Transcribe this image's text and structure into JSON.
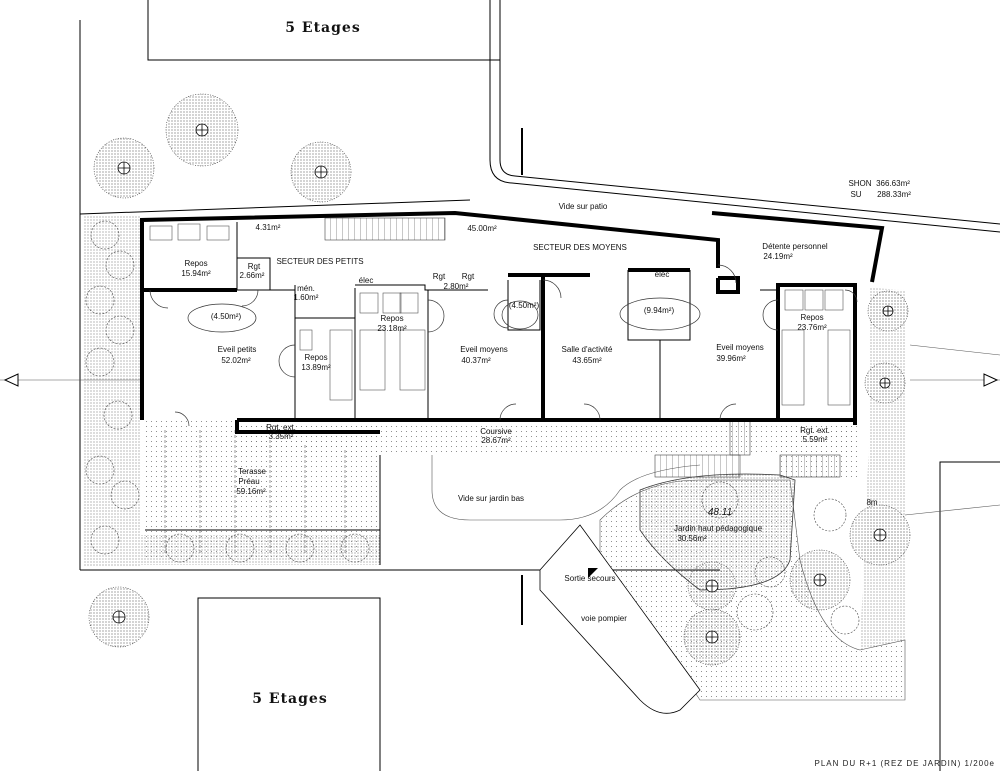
{
  "buildings": {
    "top": "5 Etages",
    "bottom": "5 Etages"
  },
  "summary": {
    "shon_label": "SHON",
    "shon_value": "366.63m²",
    "su_label": "SU",
    "su_value": "288.33m²"
  },
  "sectors": {
    "petits": "SECTEUR DES PETITS",
    "moyens": "SECTEUR DES MOYENS"
  },
  "rooms": {
    "vide_patio": "Vide sur patio",
    "hall_area": "45.00m²",
    "repos1": {
      "name": "Repos",
      "area": "15.94m²"
    },
    "wc1": {
      "area": "4.31m²"
    },
    "rgt1": {
      "name": "Rgt",
      "area": "2.66m²"
    },
    "elec1": "élec",
    "men": {
      "name": "mén.",
      "area": "1.60m²"
    },
    "rgt2": {
      "name1": "Rgt",
      "name2": "Rgt",
      "area": "2.80m²"
    },
    "sanit1": "(4.50m²)",
    "sanit2": "(4.50m²)",
    "sanit3": "(9.94m²)",
    "elec2": "élec",
    "repos2": {
      "name": "Repos",
      "area": "23.18m²"
    },
    "repos3": {
      "name": "Repos",
      "area": "13.89m²"
    },
    "repos4": {
      "name": "Repos",
      "area": "23.76m²"
    },
    "detente": {
      "name": "Détente personnel",
      "area": "24.19m²"
    },
    "eveil_petits": {
      "name": "Eveil petits",
      "area": "52.02m²"
    },
    "eveil_moyens1": {
      "name": "Eveil moyens",
      "area": "40.37m²"
    },
    "salle": {
      "name": "Salle d'activité",
      "area": "43.65m²"
    },
    "eveil_moyens2": {
      "name": "Eveil moyens",
      "area": "39.96m²"
    },
    "rgt_ext1": {
      "name": "Rgt. ext.",
      "area": "3.35m²"
    },
    "coursive": {
      "name": "Coursive",
      "area": "28.67m²"
    },
    "rgt_ext2": {
      "name": "Rgt. ext.",
      "area": "5.59m²"
    },
    "terrasse": {
      "name1": "Terasse",
      "name2": "Préau",
      "area": "59.16m²"
    },
    "vide_jardin": "Vide sur jardin bas",
    "level": "48.11",
    "jardin": {
      "name": "Jardin haut pédagogique",
      "area": "30.56m²"
    },
    "distance": "8m",
    "sortie": "Sortie secours",
    "voie": "voie pompier"
  },
  "plan_title": "PLAN DU R+1 (REZ DE JARDIN) 1/200e"
}
